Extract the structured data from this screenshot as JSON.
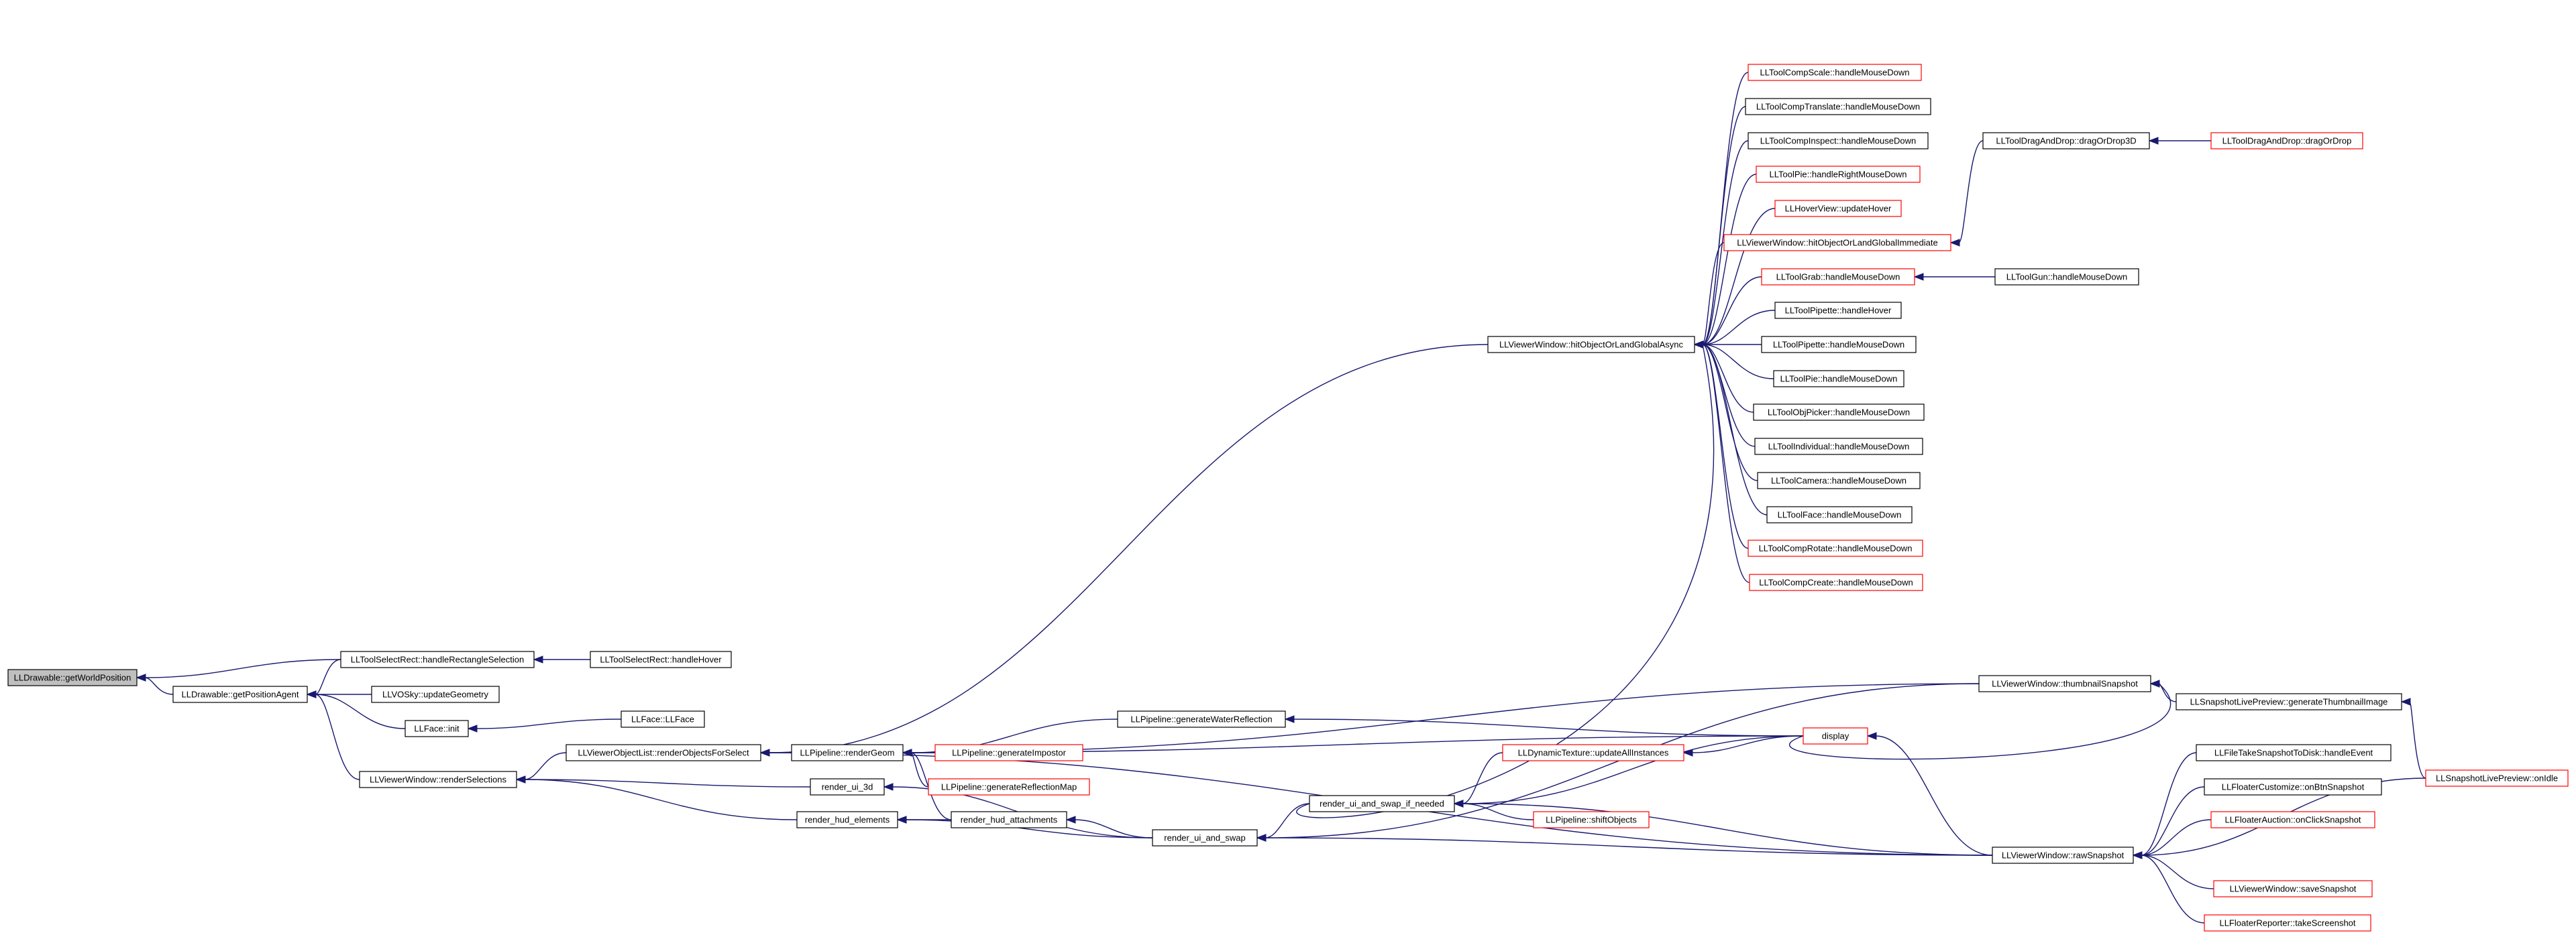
{
  "diagram": {
    "colors": {
      "edge": "#191970",
      "focus_fill": "#bfbfbf",
      "normal_border": "#000000",
      "truncated_border": "#ff0000",
      "text": "#000000"
    },
    "nodes": [
      {
        "id": "getWorldPosition",
        "label": "LLDrawable::getWorldPosition",
        "style": "focus"
      },
      {
        "id": "getPositionAgent",
        "label": "LLDrawable::getPositionAgent",
        "style": "normal"
      },
      {
        "id": "handleRectangleSelection",
        "label": "LLToolSelectRect::handleRectangleSelection",
        "style": "normal"
      },
      {
        "id": "selectRectHandleHover",
        "label": "LLToolSelectRect::handleHover",
        "style": "normal"
      },
      {
        "id": "skyUpdateGeometry",
        "label": "LLVOSky::updateGeometry",
        "style": "normal"
      },
      {
        "id": "faceInit",
        "label": "LLFace::init",
        "style": "normal"
      },
      {
        "id": "faceCtor",
        "label": "LLFace::LLFace",
        "style": "normal"
      },
      {
        "id": "renderSelections",
        "label": "LLViewerWindow::renderSelections",
        "style": "normal"
      },
      {
        "id": "renderObjectsForSelect",
        "label": "LLViewerObjectList::renderObjectsForSelect",
        "style": "normal"
      },
      {
        "id": "renderGeom",
        "label": "LLPipeline::renderGeom",
        "style": "normal"
      },
      {
        "id": "render_ui_3d",
        "label": "render_ui_3d",
        "style": "normal"
      },
      {
        "id": "render_hud_elements",
        "label": "render_hud_elements",
        "style": "normal"
      },
      {
        "id": "render_hud_attachments",
        "label": "render_hud_attachments",
        "style": "normal"
      },
      {
        "id": "render_ui_and_swap",
        "label": "render_ui_and_swap",
        "style": "normal"
      },
      {
        "id": "render_ui_and_swap_if_needed",
        "label": "render_ui_and_swap_if_needed",
        "style": "normal"
      },
      {
        "id": "generateImpostor",
        "label": "LLPipeline::generateImpostor",
        "style": "truncated"
      },
      {
        "id": "generateReflectionMap",
        "label": "LLPipeline::generateReflectionMap",
        "style": "truncated"
      },
      {
        "id": "generateWaterReflection",
        "label": "LLPipeline::generateWaterReflection",
        "style": "normal"
      },
      {
        "id": "hitObjectOrLandGlobalAsync",
        "label": "LLViewerWindow::hitObjectOrLandGlobalAsync",
        "style": "normal"
      },
      {
        "id": "compScaleDown",
        "label": "LLToolCompScale::handleMouseDown",
        "style": "truncated"
      },
      {
        "id": "compTranslateDown",
        "label": "LLToolCompTranslate::handleMouseDown",
        "style": "normal"
      },
      {
        "id": "compInspectDown",
        "label": "LLToolCompInspect::handleMouseDown",
        "style": "normal"
      },
      {
        "id": "pieRightDown",
        "label": "LLToolPie::handleRightMouseDown",
        "style": "truncated"
      },
      {
        "id": "hoverViewUpdate",
        "label": "LLHoverView::updateHover",
        "style": "truncated"
      },
      {
        "id": "hitImmediate",
        "label": "LLViewerWindow::hitObjectOrLandGlobalImmediate",
        "style": "truncated"
      },
      {
        "id": "grabDown",
        "label": "LLToolGrab::handleMouseDown",
        "style": "truncated"
      },
      {
        "id": "pipetteHover",
        "label": "LLToolPipette::handleHover",
        "style": "normal"
      },
      {
        "id": "pipetteDown",
        "label": "LLToolPipette::handleMouseDown",
        "style": "normal"
      },
      {
        "id": "pieDown",
        "label": "LLToolPie::handleMouseDown",
        "style": "normal"
      },
      {
        "id": "objPickerDown",
        "label": "LLToolObjPicker::handleMouseDown",
        "style": "normal"
      },
      {
        "id": "individualDown",
        "label": "LLToolIndividual::handleMouseDown",
        "style": "normal"
      },
      {
        "id": "cameraDown",
        "label": "LLToolCamera::handleMouseDown",
        "style": "normal"
      },
      {
        "id": "faceToolDown",
        "label": "LLToolFace::handleMouseDown",
        "style": "normal"
      },
      {
        "id": "compRotateDown",
        "label": "LLToolCompRotate::handleMouseDown",
        "style": "truncated"
      },
      {
        "id": "compCreateDown",
        "label": "LLToolCompCreate::handleMouseDown",
        "style": "truncated"
      },
      {
        "id": "dragOrDrop3D",
        "label": "LLToolDragAndDrop::dragOrDrop3D",
        "style": "normal"
      },
      {
        "id": "dragOrDrop",
        "label": "LLToolDragAndDrop::dragOrDrop",
        "style": "truncated"
      },
      {
        "id": "gunDown",
        "label": "LLToolGun::handleMouseDown",
        "style": "normal"
      },
      {
        "id": "thumbnailSnapshot",
        "label": "LLViewerWindow::thumbnailSnapshot",
        "style": "normal"
      },
      {
        "id": "generateThumbnailImage",
        "label": "LLSnapshotLivePreview::generateThumbnailImage",
        "style": "normal"
      },
      {
        "id": "display",
        "label": "display",
        "style": "truncated"
      },
      {
        "id": "updateAllInstances",
        "label": "LLDynamicTexture::updateAllInstances",
        "style": "truncated"
      },
      {
        "id": "shiftObjects",
        "label": "LLPipeline::shiftObjects",
        "style": "truncated"
      },
      {
        "id": "rawSnapshot",
        "label": "LLViewerWindow::rawSnapshot",
        "style": "normal"
      },
      {
        "id": "onIdle",
        "label": "LLSnapshotLivePreview::onIdle",
        "style": "truncated"
      },
      {
        "id": "fileTakeSnapshot",
        "label": "LLFileTakeSnapshotToDisk::handleEvent",
        "style": "normal"
      },
      {
        "id": "customizeOnBtnSnapshot",
        "label": "LLFloaterCustomize::onBtnSnapshot",
        "style": "normal"
      },
      {
        "id": "auctionOnClickSnapshot",
        "label": "LLFloaterAuction::onClickSnapshot",
        "style": "truncated"
      },
      {
        "id": "saveSnapshot",
        "label": "LLViewerWindow::saveSnapshot",
        "style": "truncated"
      },
      {
        "id": "takeScreenshot",
        "label": "LLFloaterReporter::takeScreenshot",
        "style": "truncated"
      }
    ],
    "edges": [
      [
        "getPositionAgent",
        "getWorldPosition"
      ],
      [
        "handleRectangleSelection",
        "getWorldPosition"
      ],
      [
        "selectRectHandleHover",
        "handleRectangleSelection"
      ],
      [
        "handleRectangleSelection",
        "getPositionAgent"
      ],
      [
        "skyUpdateGeometry",
        "getPositionAgent"
      ],
      [
        "faceInit",
        "getPositionAgent"
      ],
      [
        "renderSelections",
        "getPositionAgent"
      ],
      [
        "faceCtor",
        "faceInit"
      ],
      [
        "renderObjectsForSelect",
        "renderSelections"
      ],
      [
        "render_ui_3d",
        "renderSelections"
      ],
      [
        "render_hud_elements",
        "renderSelections"
      ],
      [
        "renderGeom",
        "renderObjectsForSelect"
      ],
      [
        "hitObjectOrLandGlobalAsync",
        "renderObjectsForSelect"
      ],
      [
        "rawSnapshot",
        "renderObjectsForSelect"
      ],
      [
        "generateImpostor",
        "renderGeom"
      ],
      [
        "generateReflectionMap",
        "renderGeom"
      ],
      [
        "generateWaterReflection",
        "renderGeom"
      ],
      [
        "render_hud_attachments",
        "renderGeom"
      ],
      [
        "display",
        "renderGeom"
      ],
      [
        "thumbnailSnapshot",
        "renderGeom"
      ],
      [
        "render_ui_and_swap",
        "render_ui_3d"
      ],
      [
        "render_ui_and_swap",
        "render_hud_elements"
      ],
      [
        "render_hud_attachments",
        "render_hud_elements"
      ],
      [
        "render_ui_and_swap",
        "render_hud_attachments"
      ],
      [
        "render_ui_and_swap_if_needed",
        "render_ui_and_swap"
      ],
      [
        "rawSnapshot",
        "render_ui_and_swap"
      ],
      [
        "thumbnailSnapshot",
        "render_ui_and_swap"
      ],
      [
        "updateAllInstances",
        "render_ui_and_swap_if_needed"
      ],
      [
        "shiftObjects",
        "render_ui_and_swap_if_needed"
      ],
      [
        "display",
        "render_ui_and_swap_if_needed"
      ],
      [
        "rawSnapshot",
        "render_ui_and_swap_if_needed"
      ],
      [
        "display",
        "updateAllInstances"
      ],
      [
        "display",
        "generateWaterReflection"
      ],
      [
        "display",
        "thumbnailSnapshot"
      ],
      [
        "rawSnapshot",
        "display"
      ],
      [
        "generateThumbnailImage",
        "thumbnailSnapshot"
      ],
      [
        "onIdle",
        "generateThumbnailImage"
      ],
      [
        "fileTakeSnapshot",
        "rawSnapshot"
      ],
      [
        "customizeOnBtnSnapshot",
        "rawSnapshot"
      ],
      [
        "auctionOnClickSnapshot",
        "rawSnapshot"
      ],
      [
        "saveSnapshot",
        "rawSnapshot"
      ],
      [
        "takeScreenshot",
        "rawSnapshot"
      ],
      [
        "onIdle",
        "rawSnapshot"
      ],
      [
        "render_ui_and_swap_if_needed",
        "hitObjectOrLandGlobalAsync"
      ],
      [
        "compScaleDown",
        "hitObjectOrLandGlobalAsync"
      ],
      [
        "compTranslateDown",
        "hitObjectOrLandGlobalAsync"
      ],
      [
        "compInspectDown",
        "hitObjectOrLandGlobalAsync"
      ],
      [
        "pieRightDown",
        "hitObjectOrLandGlobalAsync"
      ],
      [
        "hoverViewUpdate",
        "hitObjectOrLandGlobalAsync"
      ],
      [
        "hitImmediate",
        "hitObjectOrLandGlobalAsync"
      ],
      [
        "grabDown",
        "hitObjectOrLandGlobalAsync"
      ],
      [
        "pipetteHover",
        "hitObjectOrLandGlobalAsync"
      ],
      [
        "pipetteDown",
        "hitObjectOrLandGlobalAsync"
      ],
      [
        "pieDown",
        "hitObjectOrLandGlobalAsync"
      ],
      [
        "objPickerDown",
        "hitObjectOrLandGlobalAsync"
      ],
      [
        "individualDown",
        "hitObjectOrLandGlobalAsync"
      ],
      [
        "cameraDown",
        "hitObjectOrLandGlobalAsync"
      ],
      [
        "faceToolDown",
        "hitObjectOrLandGlobalAsync"
      ],
      [
        "compRotateDown",
        "hitObjectOrLandGlobalAsync"
      ],
      [
        "compCreateDown",
        "hitObjectOrLandGlobalAsync"
      ],
      [
        "dragOrDrop3D",
        "hitImmediate"
      ],
      [
        "dragOrDrop",
        "dragOrDrop3D"
      ],
      [
        "gunDown",
        "grabDown"
      ]
    ]
  }
}
